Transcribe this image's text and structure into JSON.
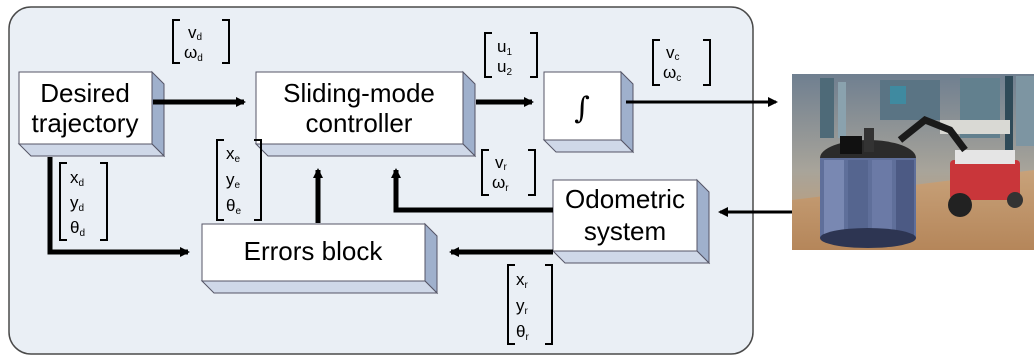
{
  "blocks": {
    "desired": {
      "line1": "Desired",
      "line2": "trajectory"
    },
    "controller": {
      "line1": "Sliding-mode",
      "line2": "controller"
    },
    "integrator": {
      "symbol": "∫"
    },
    "errors": {
      "label": "Errors block"
    },
    "odometric": {
      "line1": "Odometric",
      "line2": "system"
    }
  },
  "vectors": {
    "vd_wd": [
      {
        "base": "v",
        "sub": "d"
      },
      {
        "base": "ω",
        "sub": "d"
      }
    ],
    "u": [
      {
        "base": "u",
        "sub": "1"
      },
      {
        "base": "u",
        "sub": "2"
      }
    ],
    "vc_wc": [
      {
        "base": "v",
        "sub": "c"
      },
      {
        "base": "ω",
        "sub": "c"
      }
    ],
    "desired_pose": [
      {
        "base": "x",
        "sub": "d"
      },
      {
        "base": "y",
        "sub": "d"
      },
      {
        "base": "θ",
        "sub": "d"
      }
    ],
    "errors": [
      {
        "base": "x",
        "sub": "e"
      },
      {
        "base": "y",
        "sub": "e"
      },
      {
        "base": "θ",
        "sub": "e"
      }
    ],
    "vr_wr": [
      {
        "base": "v",
        "sub": "r"
      },
      {
        "base": "ω",
        "sub": "r"
      }
    ],
    "real_pose": [
      {
        "base": "x",
        "sub": "r"
      },
      {
        "base": "y",
        "sub": "r"
      },
      {
        "base": "θ",
        "sub": "r"
      }
    ]
  },
  "colors": {
    "panel_bg": "#eaeff5",
    "panel_border": "#4a4a4a",
    "block_face": "#ffffff",
    "block_side": "#9fb0cc",
    "block_top": "#cfd8e8"
  },
  "photo": {
    "description_icon": "robot-photo"
  }
}
